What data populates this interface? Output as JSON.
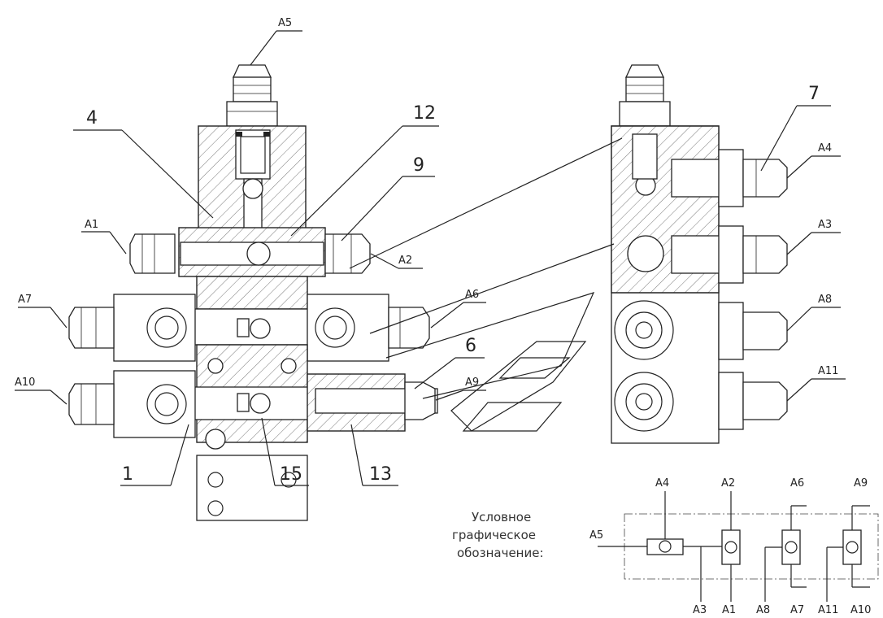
{
  "port_labels": {
    "A1": "A1",
    "A2": "A2",
    "A3": "A3",
    "A4": "A4",
    "A5": "A5",
    "A6": "A6",
    "A7": "A7",
    "A8": "A8",
    "A9": "A9",
    "A10": "A10",
    "A11": "A11"
  },
  "item_numbers": {
    "n1": "1",
    "n4": "4",
    "n6": "6",
    "n7": "7",
    "n9": "9",
    "n12": "12",
    "n13": "13",
    "n15": "15"
  },
  "symbol_caption": [
    "Условное",
    "графическое",
    "обозначение:"
  ],
  "symbol_labels": {
    "top": [
      "A4",
      "A2",
      "A6",
      "A9"
    ],
    "left": "A5",
    "bottom": [
      "A3",
      "A1",
      "A8",
      "A7",
      "A11",
      "A10"
    ]
  }
}
